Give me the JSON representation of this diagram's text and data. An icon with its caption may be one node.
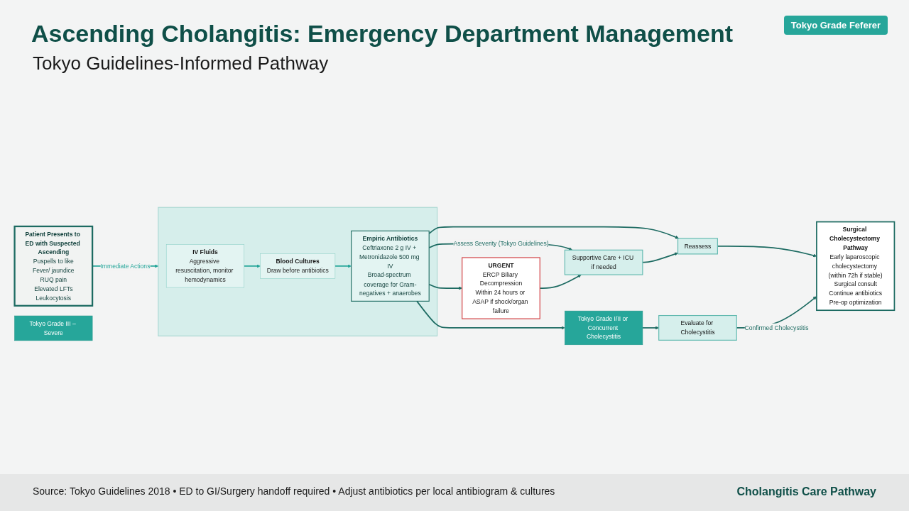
{
  "diagram": {
    "title": "Ascending Cholangitis: Emergency Department Management",
    "caption": "Source: Tokyo Guidelines 2018 • ED to GI/Surgery handoff required • Adjust antibiotics per local antibiogram & cultures",
    "nodes": [
      {
        "text": [
          "Patient Presents to ED with Suspected Ascending",
          "Puspells to like",
          "Fever/ jaundice",
          "RUQ pain",
          "Elevated LFTs",
          "Leukocytosis"
        ]
      },
      {
        "text": [],
        "shape": "box"
      },
      {
        "text": [
          "IV Fluids",
          "Aggressive resuscitation, monitor hemodynamics"
        ],
        "in": 1
      },
      {
        "text": [
          "Blood Cultures",
          "Draw before antibiotics"
        ],
        "in": 1
      },
      {
        "text": [
          "Empiric Antibiotics",
          "Ceftriaxone 2 g IV + Metronidazole 500 mg IV",
          "Broad-spectrum coverage for Gram-negatives + anaerobes"
        ],
        "in": 1
      },
      {
        "text": [
          "Tokyo Grade III – Severe"
        ]
      },
      {
        "text": [
          "URGENT",
          "ERCP Biliary Decompression",
          "Within 24 hours or ASAP if shock/organ failure"
        ]
      },
      {
        "text": [
          "Supportive Care + ICU if needed"
        ]
      },
      {
        "text": [
          "Reassess"
        ]
      },
      {
        "text": [
          "Tokyo Grade I/II or Concurrent Cholecystitis"
        ]
      },
      {
        "text": [
          "Evaluate for Cholecystitis"
        ]
      },
      {
        "text": [
          "Surgical Cholecystectomy Pathway",
          "Early laparoscopic cholecystectomy (within 72h if stable)",
          "Surgical consult",
          "Continue antibiotics",
          "Pre-op optimization"
        ]
      }
    ],
    "edges": [
      {
        "from": 0,
        "to": 1,
        "arrow": "to",
        "label": "Immediate Actions",
        "color": "#26a69a"
      },
      {
        "from": 2,
        "to": 3,
        "arrow": "to",
        "color": "#26a69a"
      },
      {
        "from": 3,
        "to": 4,
        "arrow": "to",
        "color": "#26a69a"
      },
      {
        "from": 4,
        "to": 6,
        "arrow": "to"
      },
      {
        "from": 4,
        "to": 7,
        "arrow": "to",
        "label": "Assess Severity (Tokyo Guidelines)"
      },
      {
        "from": 4,
        "to": 8,
        "arrow": "to"
      },
      {
        "from": 6,
        "to": 7,
        "arrow": "to"
      },
      {
        "from": 7,
        "to": 8,
        "arrow": "to"
      },
      {
        "from": 8,
        "to": 11,
        "arrow": "to"
      },
      {
        "from": 4,
        "to": 9,
        "arrow": "to"
      },
      {
        "from": 9,
        "to": 10,
        "arrow": "to"
      },
      {
        "from": 10,
        "to": 11,
        "arrow": "to",
        "label": "Confirmed Cholecystitis"
      }
    ],
    "labels": [
      "Tokyo Guidelines-Informed Pathway",
      "Tokyo Grade Feferer",
      "Cholangitis Care Pathway"
    ]
  }
}
